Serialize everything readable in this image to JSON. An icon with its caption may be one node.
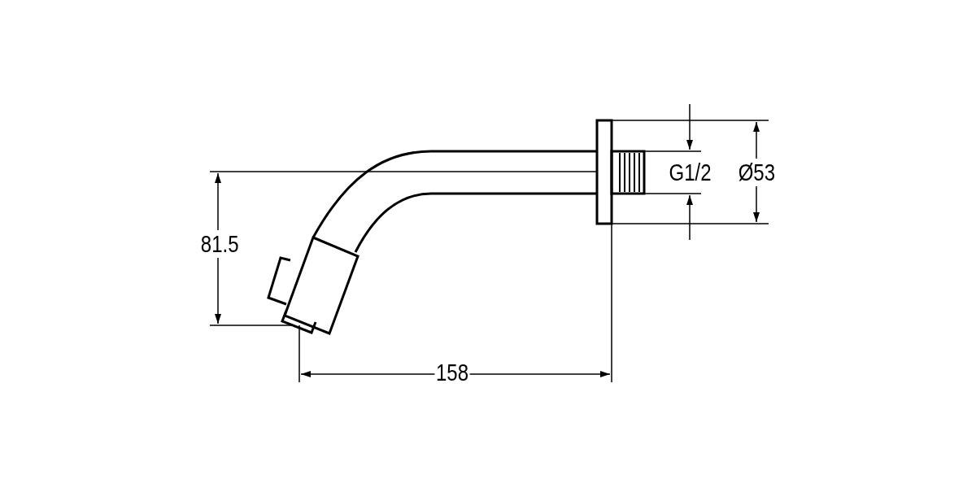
{
  "diagram": {
    "labels": [
      "G1/2",
      "Ø53",
      "81.5",
      "158"
    ]
  }
}
